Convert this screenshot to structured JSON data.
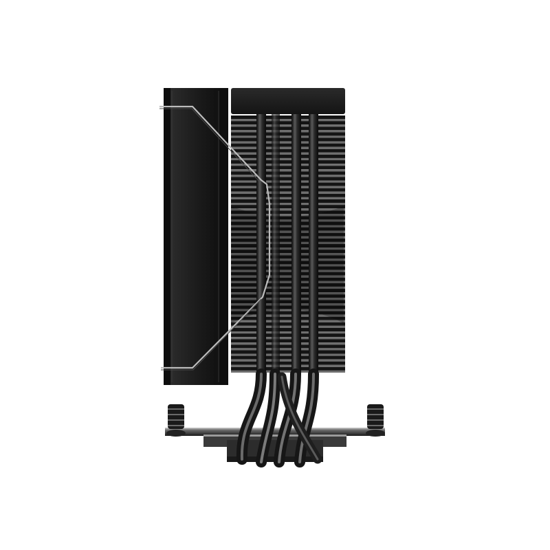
{
  "scene": {
    "subject": "cpu-tower-air-cooler",
    "view": "side",
    "background_color": "#ffffff",
    "colors": {
      "body": "#1e1e1e",
      "fin_dark": "#141414",
      "fin_light": "#6e6e6e",
      "heatpipe": "#3a3a3a",
      "clip_wire": "#b8b8b8",
      "bracket": "#2a2a2a"
    },
    "fin_count": 46,
    "heatpipe_count": 4
  }
}
